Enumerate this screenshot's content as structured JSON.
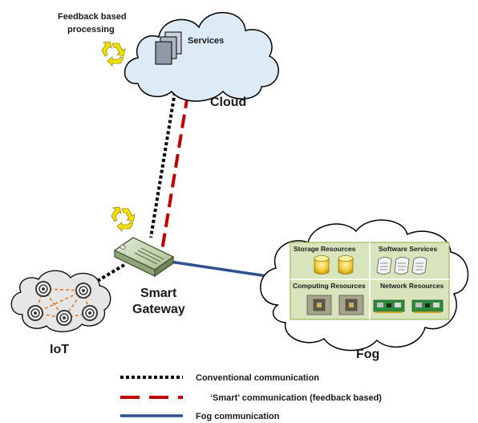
{
  "cloud": {
    "feedback_line1": "Feedback based",
    "feedback_line2": "processing",
    "services_label": "Services",
    "label": "Cloud"
  },
  "gateway": {
    "line1": "Smart",
    "line2": "Gateway"
  },
  "iot": {
    "label": "IoT"
  },
  "fog": {
    "label": "Fog",
    "cells": [
      {
        "title": "Storage Resources",
        "icon": "database-icon"
      },
      {
        "title": "Software Services",
        "icon": "document-icon"
      },
      {
        "title": "Computing Resources",
        "icon": "cpu-chip-icon"
      },
      {
        "title": "Network Resources",
        "icon": "network-card-icon"
      }
    ]
  },
  "legend": {
    "conventional": "Conventional communication",
    "smart": "‘Smart’ communication (feedback based)",
    "fog": "Fog communication"
  },
  "colors": {
    "cloud_fill": "#dcebf5",
    "fog_panel": "#d8e4bc",
    "panel_border": "#9bbb59",
    "conventional_line": "#000000",
    "smart_line": "#c00000",
    "fog_line": "#2f528f",
    "iot_link": "#e07b2a",
    "recycle": "#f2e200"
  }
}
